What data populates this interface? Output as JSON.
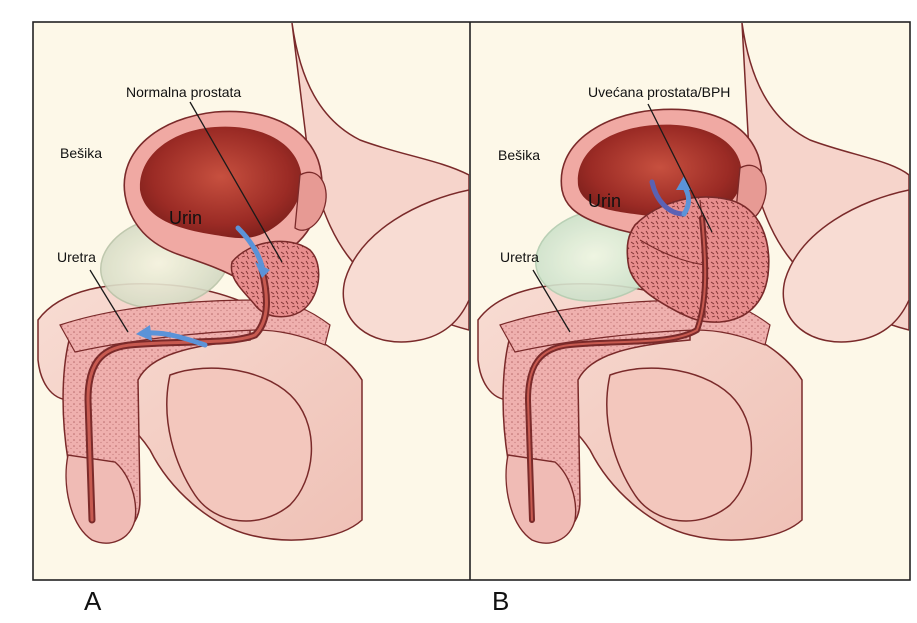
{
  "panels": [
    {
      "id": "A",
      "letter": "A",
      "labels": {
        "bladder": "Bešika",
        "prostate": "Normalna prostata",
        "urine": "Urin",
        "urethra": "Uretra"
      }
    },
    {
      "id": "B",
      "letter": "B",
      "labels": {
        "bladder": "Bešika",
        "prostate": "Uvećana prostata/BPH",
        "urine": "Urin",
        "urethra": "Uretra"
      }
    }
  ],
  "colors": {
    "background": "#fdf8e8",
    "skin": "#f6d4cb",
    "tissue": "#efb3b0",
    "bladder_interior": "#a8332b",
    "prostate": "#e78d8d",
    "outline": "#6b2525",
    "arrow": "#5b93d8",
    "arrow_dark": "#5a62b5"
  }
}
